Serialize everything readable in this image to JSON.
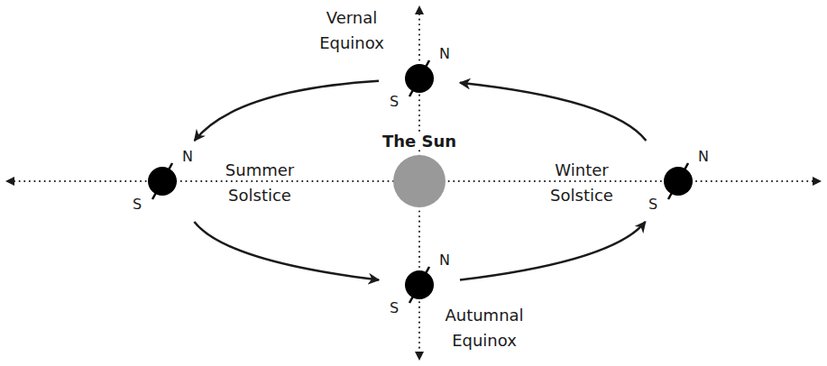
{
  "diagram": {
    "nodes": [
      {
        "text": [
          "Vernal Equinox",
          "N",
          "S"
        ]
      },
      {
        "text": [
          "Summer Solstice",
          "N",
          "S"
        ]
      },
      {
        "text": [
          "The Sun"
        ]
      },
      {
        "text": [
          "Winter Solstice",
          "N",
          "S"
        ]
      },
      {
        "text": [
          "Autumnal Equinox",
          "N",
          "S"
        ]
      }
    ],
    "edges": [
      {
        "from": 0,
        "to": 1,
        "arrow": "to"
      },
      {
        "from": 1,
        "to": 4,
        "arrow": "to"
      },
      {
        "from": 4,
        "to": 3,
        "arrow": "to"
      },
      {
        "from": 3,
        "to": 0,
        "arrow": "to"
      }
    ]
  }
}
